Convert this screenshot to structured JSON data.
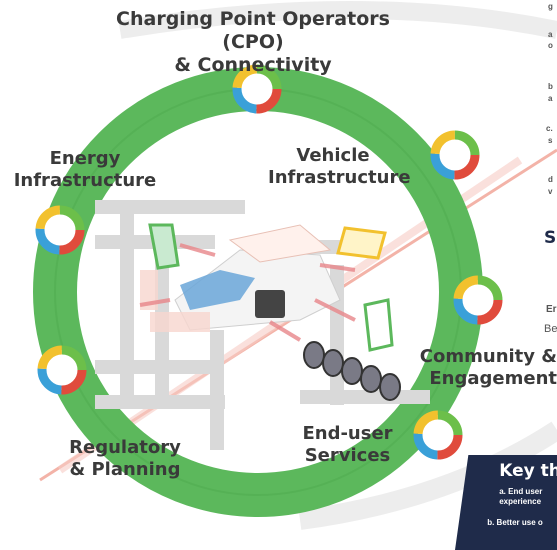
{
  "labels": {
    "cpo": [
      "Charging Point Operators (CPO)",
      "& Connectivity"
    ],
    "energy": [
      "Energy",
      "Infrastructure"
    ],
    "vehicle": [
      "Vehicle",
      "Infrastructure"
    ],
    "community": [
      "Community &",
      "Engagement"
    ],
    "regulatory": [
      "Regulatory",
      "& Planning"
    ],
    "enduser": [
      "End-user",
      "Services"
    ]
  },
  "right_notes": [
    "g",
    "a",
    "o",
    "b",
    "a",
    "c.",
    "s",
    "d",
    "v"
  ],
  "right_heading": "S",
  "right_bottom": [
    "Er",
    "Be"
  ],
  "key_panel": {
    "title": "Key th",
    "items": [
      "a.   End user",
      "       experience",
      "b. Better use o"
    ]
  },
  "colors": {
    "ring": "#5cb85c",
    "ring_dark": "#4aa84a",
    "accent_red": "#e04b3c",
    "accent_blue": "#3aa0d8",
    "accent_yellow": "#f2c12e",
    "accent_green": "#6cbf4a",
    "key_panel_bg": "#1f2b4a"
  }
}
